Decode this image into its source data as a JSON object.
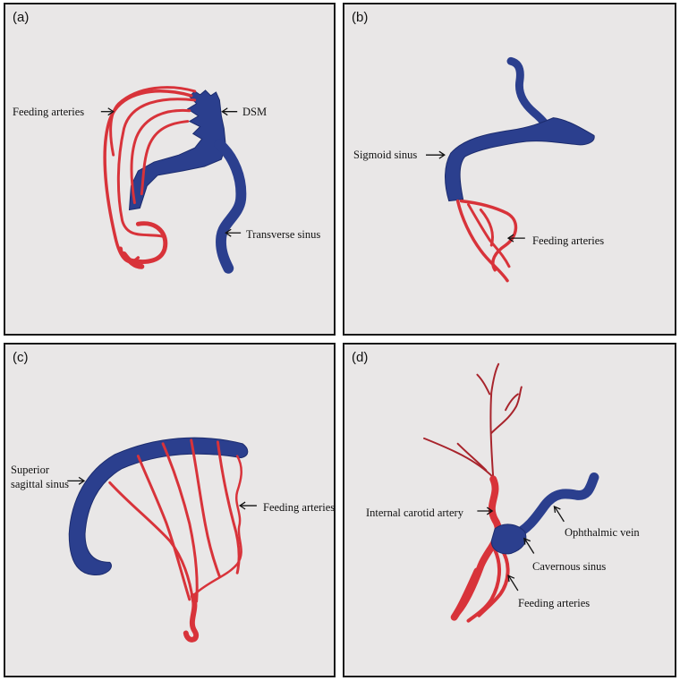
{
  "panels": {
    "a": {
      "label": "(a)",
      "annotations": {
        "feeding_arteries": "Feeding arteries",
        "dsm": "DSM",
        "transverse_sinus": "Transverse sinus"
      }
    },
    "b": {
      "label": "(b)",
      "annotations": {
        "sigmoid_sinus": "Sigmoid sinus",
        "feeding_arteries": "Feeding arteries"
      }
    },
    "c": {
      "label": "(c)",
      "annotations": {
        "superior_line1": "Superior",
        "superior_line2": "sagittal sinus",
        "feeding_arteries": "Feeding arteries"
      }
    },
    "d": {
      "label": "(d)",
      "annotations": {
        "internal_carotid": "Internal carotid artery",
        "ophthalmic_vein": "Ophthalmic vein",
        "cavernous_sinus": "Cavernous sinus",
        "feeding_arteries": "Feeding arteries"
      }
    }
  },
  "colors": {
    "vein": "#2b3f8e",
    "artery": "#d8333a",
    "background": "#e9e7e7",
    "border": "#1a1a1a"
  }
}
